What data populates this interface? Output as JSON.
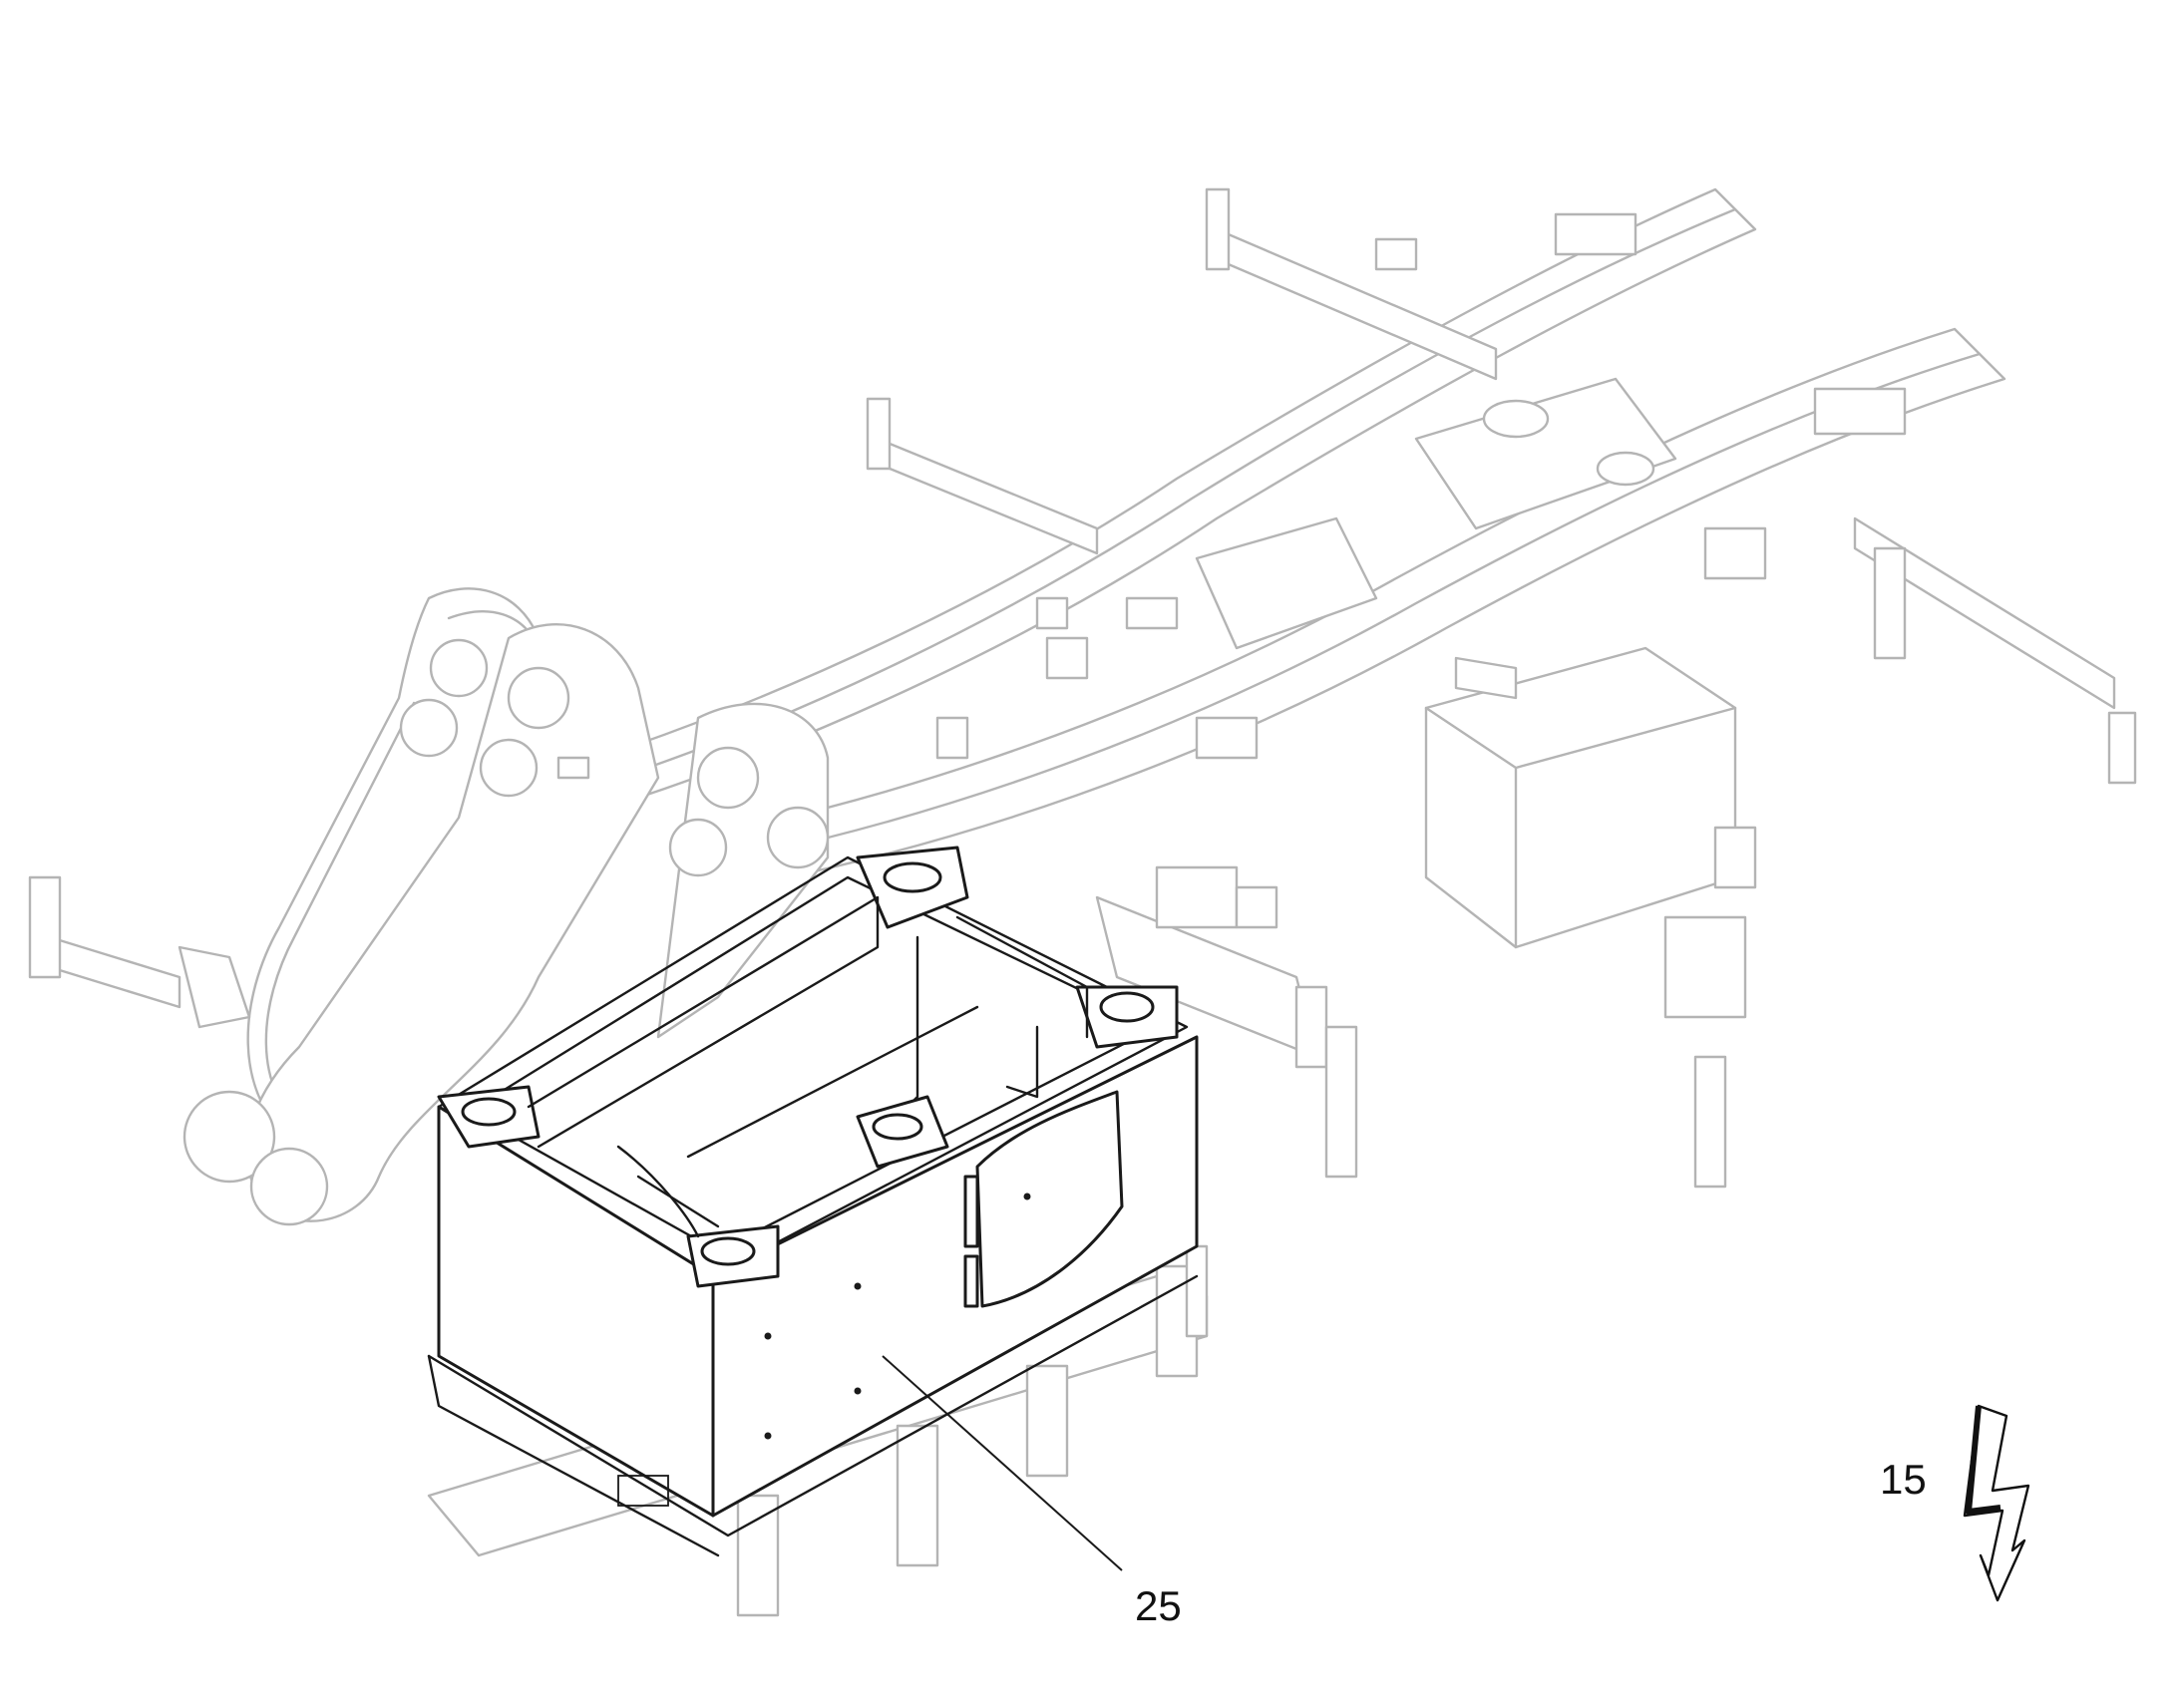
{
  "callouts": [
    {
      "id": "part-25",
      "text": "25"
    },
    {
      "id": "note-15",
      "text": "15"
    }
  ],
  "colors": {
    "background": "#ffffff",
    "highlighted_part": "#1a1a1a",
    "context_frame": "#b4b4b4"
  },
  "icons": [
    "lightning-bolt-icon"
  ]
}
